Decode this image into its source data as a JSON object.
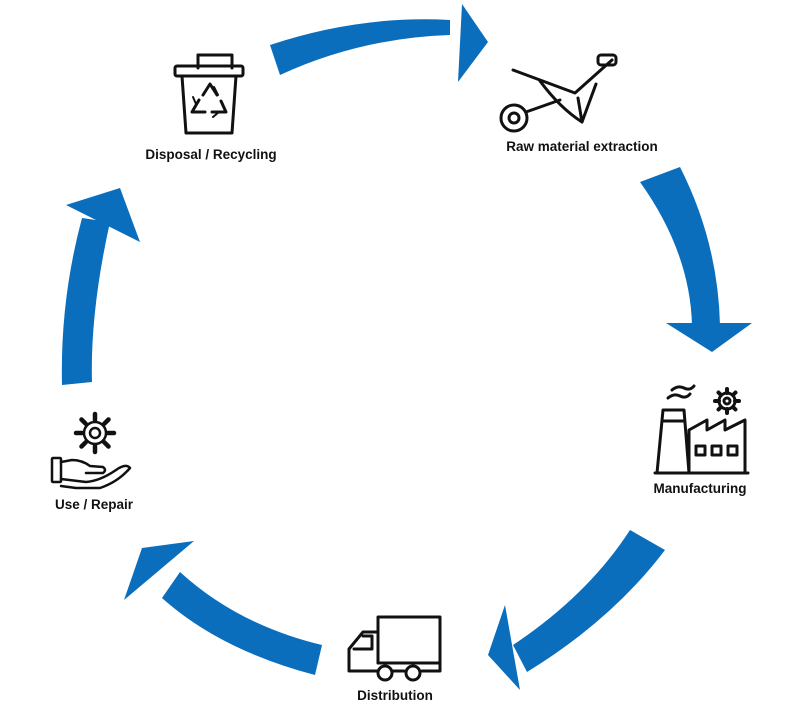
{
  "colors": {
    "arrow": "#0a6ebd",
    "icon": "#111111",
    "label": "#111111",
    "background": "#ffffff"
  },
  "stages": [
    {
      "label": "Raw material extraction",
      "icon": "wheelbarrow-icon"
    },
    {
      "label": "Manufacturing",
      "icon": "factory-gear-icon"
    },
    {
      "label": "Distribution",
      "icon": "delivery-truck-icon"
    },
    {
      "label": "Use / Repair",
      "icon": "hand-gear-icon"
    },
    {
      "label": "Disposal / Recycling",
      "icon": "recycle-bin-icon"
    }
  ]
}
